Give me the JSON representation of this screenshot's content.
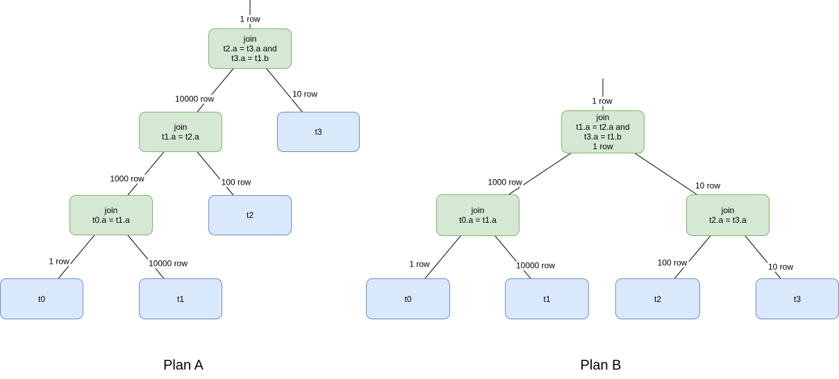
{
  "colors": {
    "join_fill": "#d5e8d4",
    "join_border": "#82b366",
    "table_fill": "#dae8fc",
    "table_border": "#6c8ebf",
    "edge": "#000000",
    "text": "#000000",
    "label_background": "#ffffff"
  },
  "plan_a": {
    "title": "Plan A",
    "nodes": {
      "root_join": "join\nt2.a = t3.a and\nt3.a = t1.b",
      "mid_join": "join\nt1.a = t2.a",
      "lower_join": "join\nt0.a = t1.a",
      "t0": "t0",
      "t1": "t1",
      "t2": "t2",
      "t3": "t3"
    },
    "edge_labels": {
      "root_in": "1 row",
      "root_to_mid_join": "10000 row",
      "root_to_t3": "10 row",
      "mid_to_lower_join": "1000 row",
      "mid_to_t2": "100 row",
      "lower_to_t0": "1 row",
      "lower_to_t1": "10000 row"
    }
  },
  "plan_b": {
    "title": "Plan B",
    "nodes": {
      "root_join": "join\nt1.a = t2.a and\nt3.a = t1.b\n1 row",
      "left_join": "join\nt0.a = t1.a",
      "right_join": "join\nt2.a = t3.a",
      "t0": "t0",
      "t1": "t1",
      "t2": "t2",
      "t3": "t3"
    },
    "edge_labels": {
      "root_in": "1 row",
      "root_to_left_join": "1000 row",
      "root_to_right_join": "10 row",
      "left_to_t0": "1 row",
      "left_to_t1": "10000 row",
      "right_to_t2": "100 row",
      "right_to_t3": "10 row"
    }
  }
}
